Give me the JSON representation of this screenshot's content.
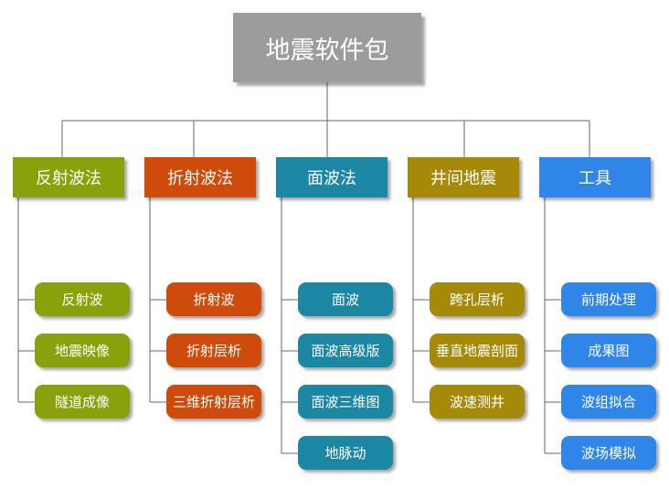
{
  "root": {
    "label": "地震软件包",
    "color": "#9c9c9c"
  },
  "categories": [
    {
      "label": "反射波法",
      "color": "#8ba10b",
      "items": [
        "反射波",
        "地震映像",
        "隧道成像"
      ]
    },
    {
      "label": "折射波法",
      "color": "#cf4b0b",
      "items": [
        "折射波",
        "折射层析",
        "三维折射层析"
      ]
    },
    {
      "label": "面波法",
      "color": "#1b87a3",
      "items": [
        "面波",
        "面波高级版",
        "面波三维图",
        "地脉动"
      ]
    },
    {
      "label": "井间地震",
      "color": "#a58a0a",
      "items": [
        "跨孔层析",
        "垂直地震剖面",
        "波速测井"
      ]
    },
    {
      "label": "工具",
      "color": "#2f86e8",
      "items": [
        "前期处理",
        "成果图",
        "波组拟合",
        "波场模拟"
      ]
    }
  ]
}
